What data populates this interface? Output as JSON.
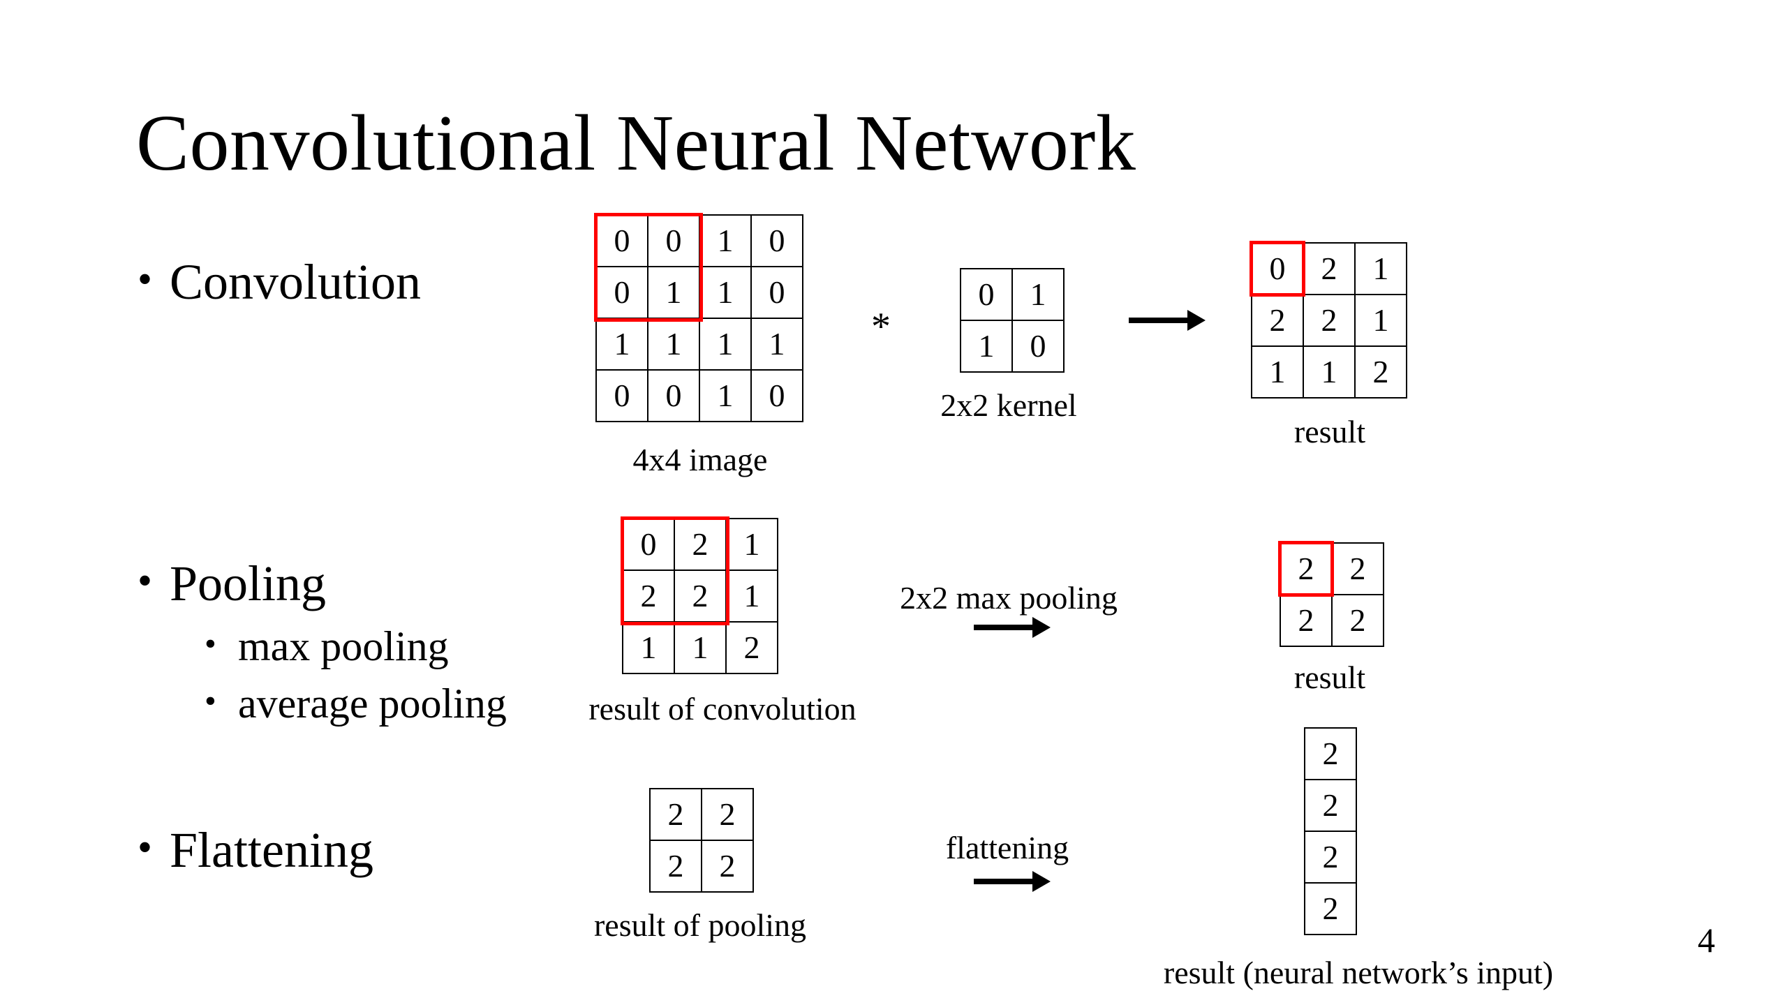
{
  "slide": {
    "title": "Convolutional Neural Network",
    "page_number": "4",
    "highlight_color": "#ff0000"
  },
  "bullets": {
    "convolution": "Convolution",
    "pooling": "Pooling",
    "pooling_sub": [
      "max pooling",
      "average pooling"
    ],
    "flattening": "Flattening",
    "marker": "•"
  },
  "convolution": {
    "image": {
      "caption": "4x4 image",
      "rows": [
        [
          "0",
          "0",
          "1",
          "0"
        ],
        [
          "0",
          "1",
          "1",
          "0"
        ],
        [
          "1",
          "1",
          "1",
          "1"
        ],
        [
          "0",
          "0",
          "1",
          "0"
        ]
      ],
      "highlight": {
        "row": 0,
        "col": 0,
        "rows": 2,
        "cols": 2
      }
    },
    "operator": "*",
    "kernel": {
      "caption": "2x2 kernel",
      "rows": [
        [
          "0",
          "1"
        ],
        [
          "1",
          "0"
        ]
      ]
    },
    "result": {
      "caption": "result",
      "rows": [
        [
          "0",
          "2",
          "1"
        ],
        [
          "2",
          "2",
          "1"
        ],
        [
          "1",
          "1",
          "2"
        ]
      ],
      "highlight": {
        "row": 0,
        "col": 0,
        "rows": 1,
        "cols": 1
      }
    }
  },
  "pooling": {
    "input": {
      "caption": "result of convolution",
      "rows": [
        [
          "0",
          "2",
          "1"
        ],
        [
          "2",
          "2",
          "1"
        ],
        [
          "1",
          "1",
          "2"
        ]
      ],
      "highlight": {
        "row": 0,
        "col": 0,
        "rows": 2,
        "cols": 2
      }
    },
    "operation_label": "2x2 max pooling",
    "result": {
      "caption": "result",
      "rows": [
        [
          "2",
          "2"
        ],
        [
          "2",
          "2"
        ]
      ],
      "highlight": {
        "row": 0,
        "col": 0,
        "rows": 1,
        "cols": 1
      }
    }
  },
  "flattening": {
    "input": {
      "caption": "result of pooling",
      "rows": [
        [
          "2",
          "2"
        ],
        [
          "2",
          "2"
        ]
      ]
    },
    "operation_label": "flattening",
    "result": {
      "caption": "result (neural network’s input)",
      "rows": [
        [
          "2"
        ],
        [
          "2"
        ],
        [
          "2"
        ],
        [
          "2"
        ]
      ]
    }
  }
}
